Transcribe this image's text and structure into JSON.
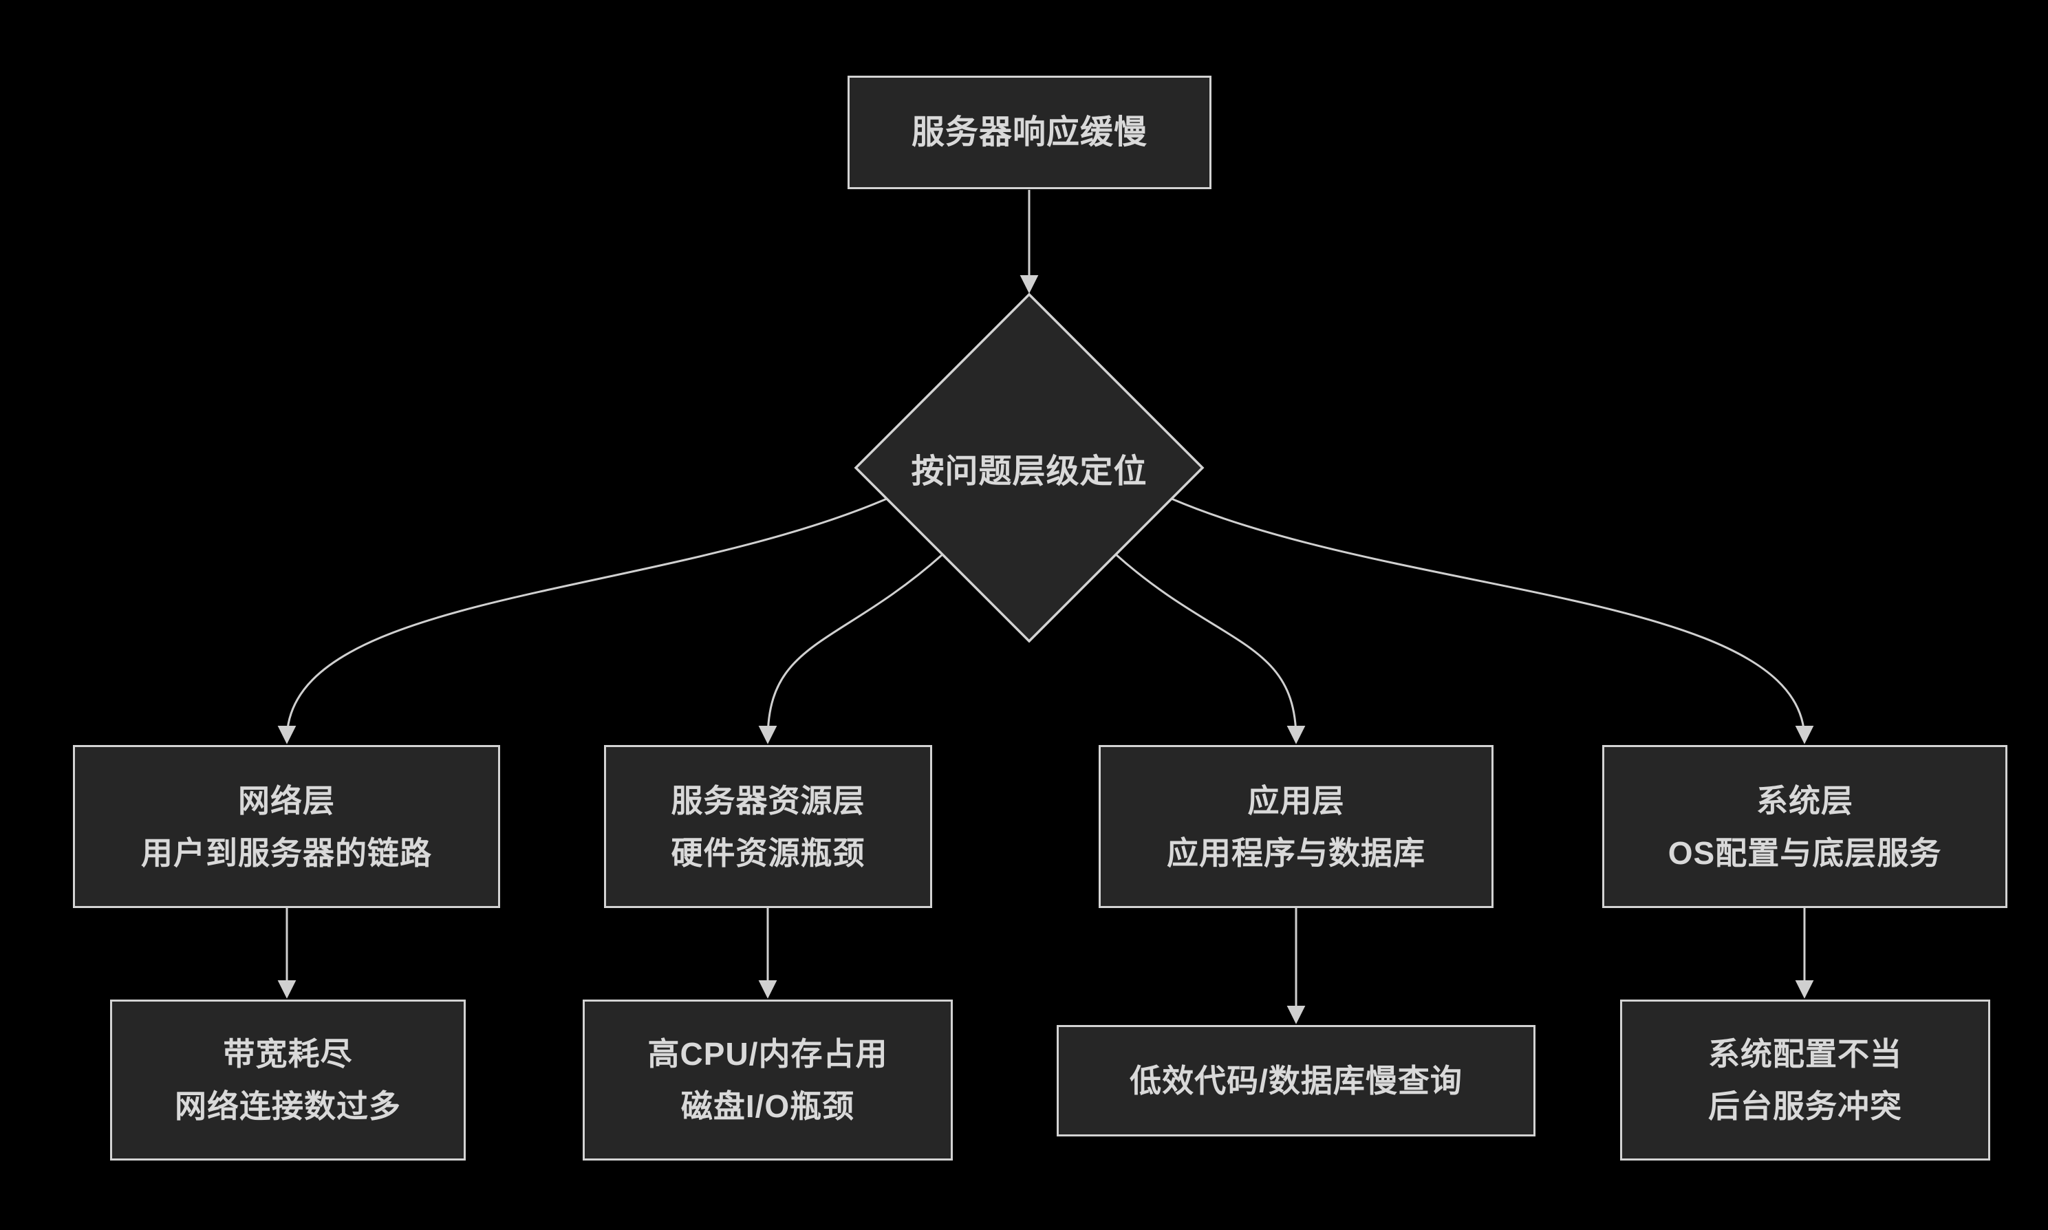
{
  "theme": {
    "bg": "#000000",
    "node-fill": "#262626",
    "node-border": "#d3d3d3",
    "text-color": "#d9d9d9",
    "edge-color": "#d0d0d0"
  },
  "nodes": {
    "start": {
      "label": "服务器响应缓慢"
    },
    "decision": {
      "label": "按问题层级定位"
    },
    "branches": [
      {
        "layer_line1": "网络层",
        "layer_line2": "用户到服务器的链路",
        "issue_line1": "带宽耗尽",
        "issue_line2": "网络连接数过多"
      },
      {
        "layer_line1": "服务器资源层",
        "layer_line2": "硬件资源瓶颈",
        "issue_line1": "高CPU/内存占用",
        "issue_line2": "磁盘I/O瓶颈"
      },
      {
        "layer_line1": "应用层",
        "layer_line2": "应用程序与数据库",
        "issue_line1": "低效代码/数据库慢查询",
        "issue_line2": ""
      },
      {
        "layer_line1": "系统层",
        "layer_line2": "OS配置与底层服务",
        "issue_line1": "系统配置不当",
        "issue_line2": "后台服务冲突"
      }
    ]
  }
}
